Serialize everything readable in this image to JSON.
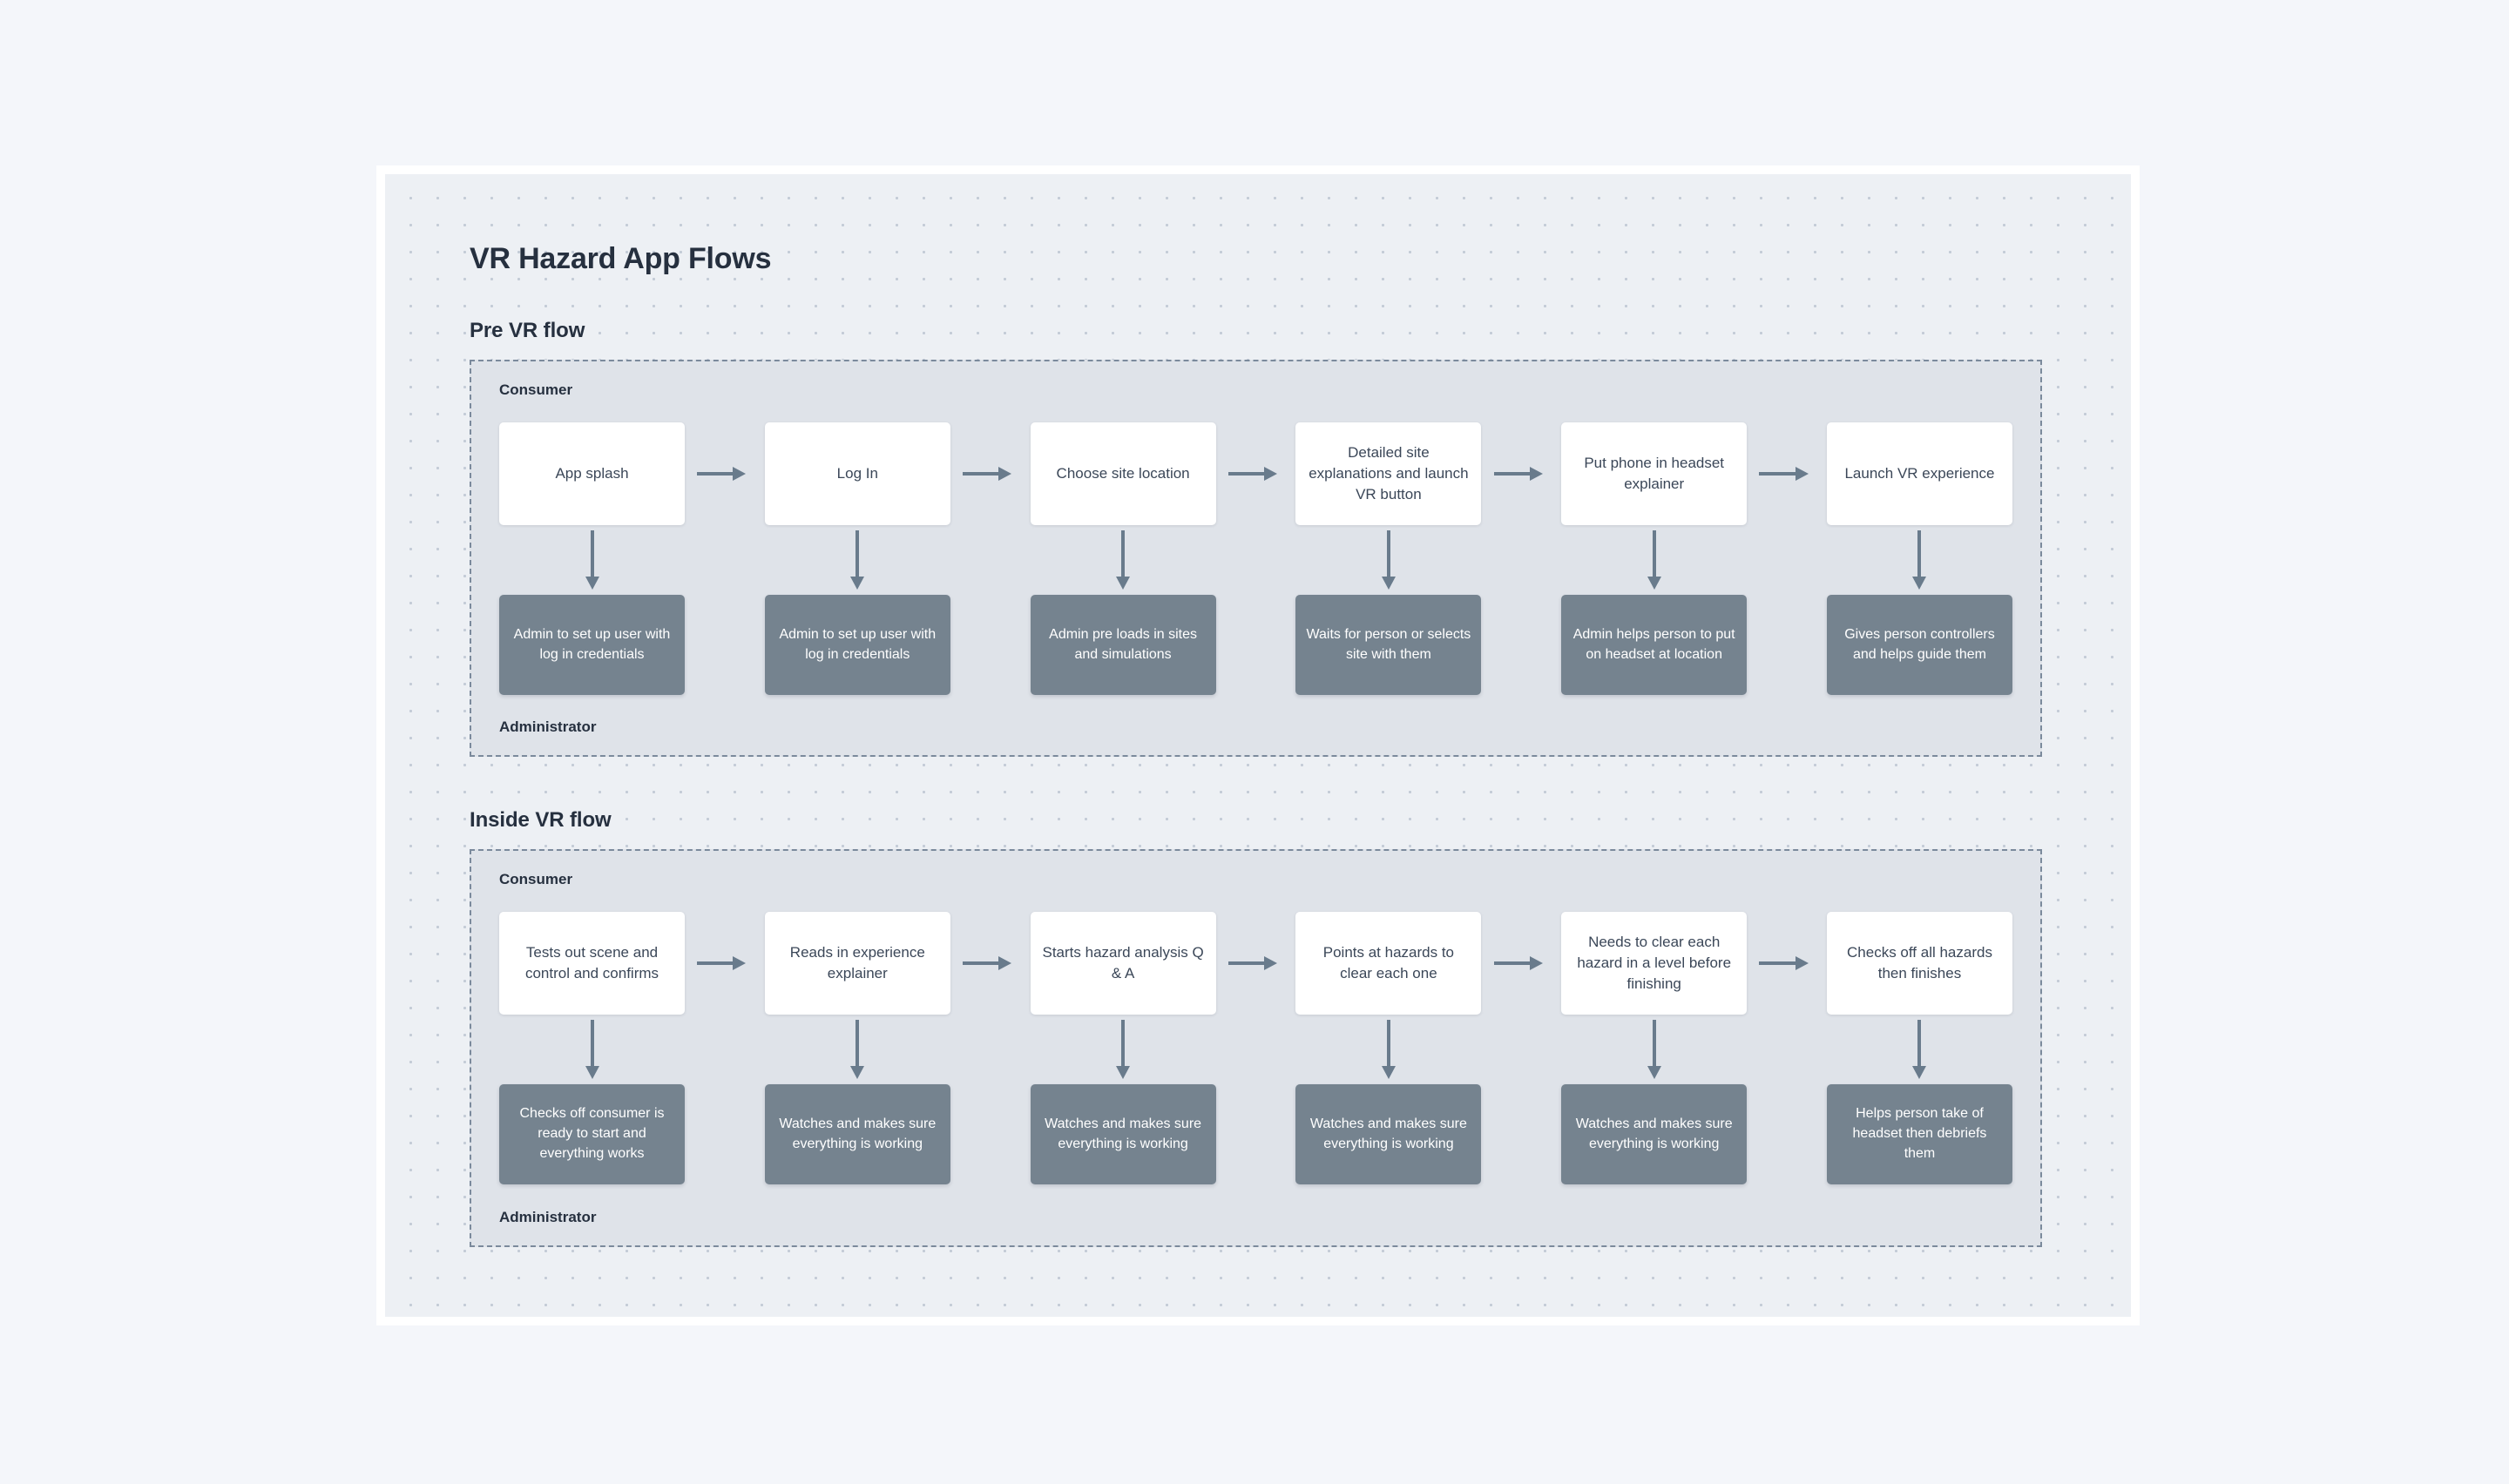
{
  "page": {
    "title": "VR Hazard App Flows"
  },
  "colors": {
    "page_background": "#f4f6fa",
    "canvas_background": "#edf0f4",
    "canvas_frame": "#ffffff",
    "swimlane_background": "#dfe3e9",
    "swimlane_border": "#7b8a9c",
    "consumer_node_background": "#ffffff",
    "consumer_node_text": "#3b4758",
    "admin_node_background": "#75838f",
    "admin_node_text": "#ffffff",
    "arrow": "#697b8c",
    "heading_text": "#26303f",
    "dot_grid": "#c3cbd6"
  },
  "sections": [
    {
      "title": "Pre VR flow",
      "lane_top_label": "Consumer",
      "lane_bottom_label": "Administrator",
      "consumer_nodes": [
        "App splash",
        "Log In",
        "Choose site location",
        "Detailed site explanations and launch VR button",
        "Put phone in headset explainer",
        "Launch VR experience"
      ],
      "admin_nodes": [
        "Admin to set up user with log in credentials",
        "Admin to set up user with log in credentials",
        "Admin pre loads in sites and simulations",
        "Waits for person or selects site with them",
        "Admin helps person to put on headset at location",
        "Gives person controllers and helps guide them"
      ]
    },
    {
      "title": "Inside VR flow",
      "lane_top_label": "Consumer",
      "lane_bottom_label": "Administrator",
      "consumer_nodes": [
        "Tests out scene and control and confirms",
        "Reads in experience explainer",
        "Starts hazard analysis Q & A",
        "Points at hazards to clear each one",
        "Needs to clear each hazard in a level before finishing",
        "Checks off all hazards then finishes"
      ],
      "admin_nodes": [
        "Checks off consumer is ready to start and everything works",
        "Watches and makes sure everything is working",
        "Watches and makes sure everything is working",
        "Watches and makes sure everything is working",
        "Watches and makes sure everything is working",
        "Helps person take of headset then debriefs them"
      ]
    }
  ]
}
